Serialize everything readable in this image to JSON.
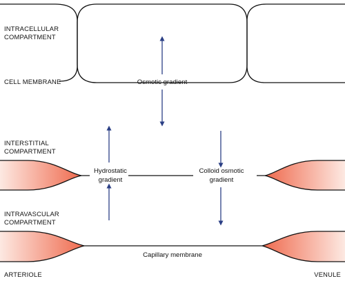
{
  "labels": {
    "intracellular_line1": "INTRACELLULAR",
    "intracellular_line2": "COMPARTMENT",
    "cell_membrane": "CELL MEMBRANE",
    "interstitial_line1": "INTERSTITIAL",
    "interstitial_line2": "COMPARTMENT",
    "intravascular_line1": "INTRAVASCULAR",
    "intravascular_line2": "COMPARTMENT",
    "arteriole": "ARTERIOLE",
    "venule": "VENULE"
  },
  "inline_labels": {
    "osmotic_gradient": "Osmotic gradient",
    "hydrostatic_line1": "Hydrostatic",
    "hydrostatic_line2": "gradient",
    "colloid_line1": "Colloid osmotic",
    "colloid_line2": "gradient",
    "capillary_membrane": "Capillary membrane"
  },
  "colors": {
    "line": "#111111",
    "arrow": "#2b3f85",
    "vessel_light": "#fde9e2",
    "vessel_dark": "#ef6a4e"
  }
}
